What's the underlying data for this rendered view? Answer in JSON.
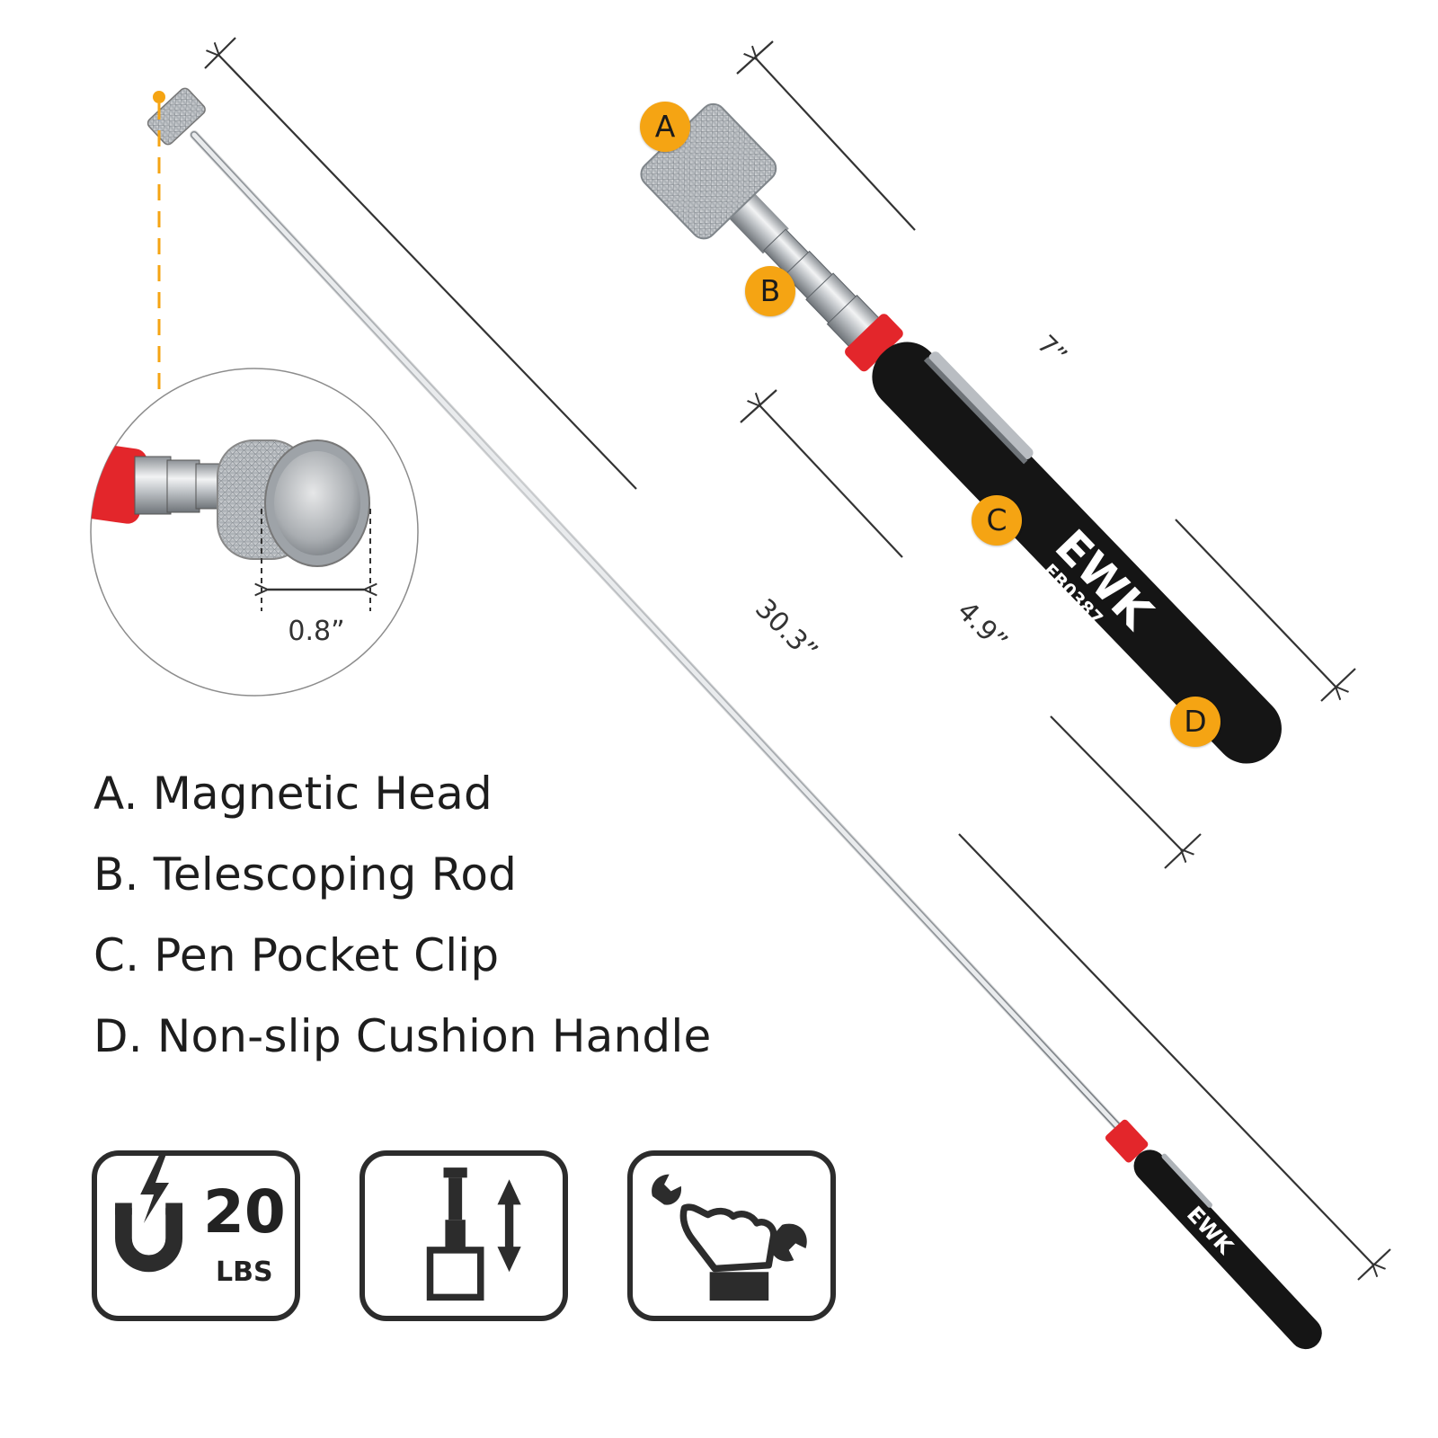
{
  "colors": {
    "accent": "#f5a413",
    "handle": "#151515",
    "ring": "#e3262b",
    "steel": "#c9ccd0",
    "line": "#333333"
  },
  "callouts": [
    "A",
    "B",
    "C",
    "D"
  ],
  "dimensions": {
    "total_length": "30.3”",
    "collapsed_length": "7”",
    "handle_length": "4.9”",
    "head_diameter": "0.8”"
  },
  "brand": {
    "logo": "EWK",
    "model": "EB0387"
  },
  "features": [
    "A. Magnetic Head",
    "B. Telescoping Rod",
    "C. Pen Pocket Clip",
    "D. Non-slip Cushion Handle"
  ],
  "badges": [
    {
      "icon": "magnet-lightning-icon",
      "value": "20",
      "unit": "LBS"
    },
    {
      "icon": "telescoping-arrow-icon"
    },
    {
      "icon": "hand-wrench-icon"
    }
  ]
}
